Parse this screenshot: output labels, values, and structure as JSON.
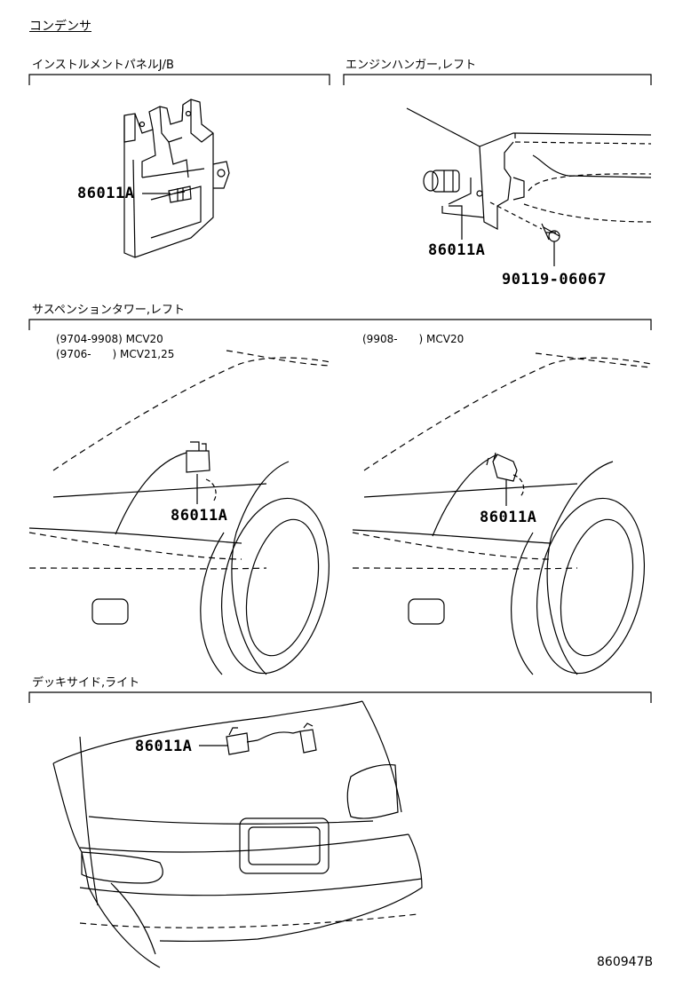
{
  "title": "コンデンサ",
  "sections": {
    "ip_jb": {
      "heading": "インストルメントパネルJ/B",
      "part": "86011A"
    },
    "engine_hanger": {
      "heading": "エンジンハンガー,レフト",
      "part": "86011A",
      "bolt": "90119-06067"
    },
    "suspension_tower": {
      "heading": "サスペンションタワー,レフト",
      "left_conditions": [
        "(9704-9908) MCV20",
        "(9706-　　) MCV21,25"
      ],
      "left_part": "86011A",
      "right_condition": "(9908-　　) MCV20",
      "right_part": "86011A"
    },
    "deck_side": {
      "heading": "デッキサイド,ライト",
      "part": "86011A"
    }
  },
  "diagram_code": "860947B",
  "colors": {
    "ink": "#000000",
    "paper": "#ffffff"
  }
}
